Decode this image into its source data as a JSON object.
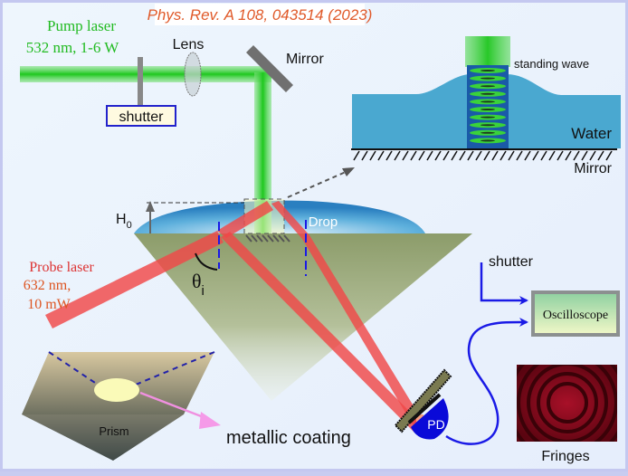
{
  "citation": "Phys. Rev. A 108, 043514 (2023)",
  "pump_laser": {
    "title": "Pump laser",
    "spec": "532 nm, 1-6 W",
    "color": "#22cc22"
  },
  "lens_label": "Lens",
  "top_mirror_label": "Mirror",
  "top_shutter_label": "shutter",
  "inset": {
    "standing_wave_label": "standing wave",
    "water_label": "Water",
    "mirror_label": "Mirror",
    "fringe_count": 10
  },
  "drop_label": "Drop",
  "height_label": "H",
  "height_subscript": "0",
  "angle_label": "θ",
  "angle_subscript": "i",
  "probe_laser": {
    "title": "Probe laser",
    "wavelength": "632 nm,",
    "power": "10 mW",
    "color": "#f05050"
  },
  "prism_label": "Prism",
  "coating_label": "metallic coating",
  "pd_label": "PD",
  "signal_shutter_label": "shutter",
  "oscilloscope_label": "Oscilloscope",
  "fringes_label": "Fringes",
  "fringe_rings": 6,
  "colors": {
    "citation": "#e05a2a",
    "signal_line": "#1a1ae6",
    "prism": "#8f9e6a",
    "water": "#4aa8d0",
    "fringe_bg": "#8a0a1e"
  }
}
